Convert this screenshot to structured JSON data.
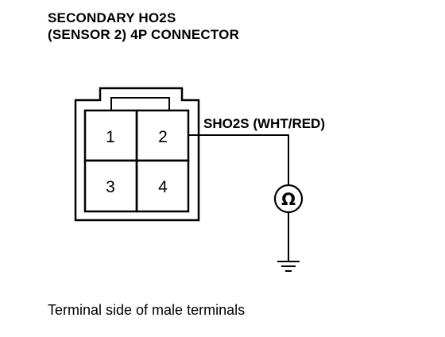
{
  "title": {
    "line1": "SECONDARY HO2S",
    "line2": "(SENSOR 2) 4P CONNECTOR"
  },
  "connector": {
    "terminals": [
      {
        "id": "pin-1",
        "label": "1"
      },
      {
        "id": "pin-2",
        "label": "2"
      },
      {
        "id": "pin-3",
        "label": "3"
      },
      {
        "id": "pin-4",
        "label": "4"
      }
    ]
  },
  "wire": {
    "label": "SHO2S (WHT/RED)",
    "from_terminal": "2"
  },
  "meter": {
    "symbol": "Ω",
    "icon": "ohmmeter-icon"
  },
  "ground": {
    "icon": "ground-icon"
  },
  "caption": "Terminal side of male terminals"
}
